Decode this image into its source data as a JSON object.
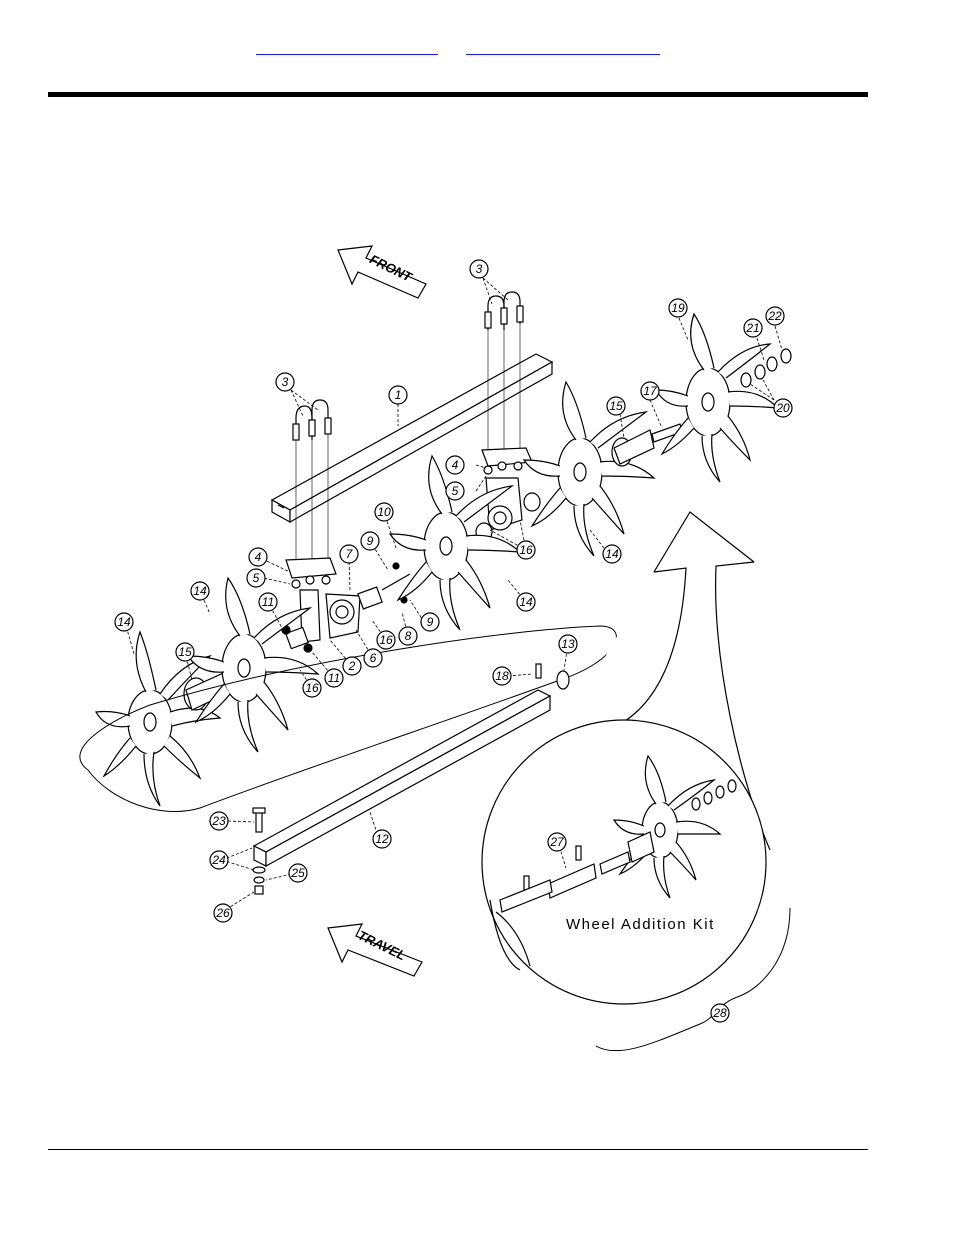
{
  "header": {
    "link_left": "",
    "link_right": ""
  },
  "diagram": {
    "front_label": "FRONT",
    "travel_label": "TRAVEL",
    "kit_label": "Wheel Addition Kit",
    "callouts": [
      {
        "id": "c1",
        "label": "1"
      },
      {
        "id": "c2",
        "label": "2"
      },
      {
        "id": "c3a",
        "label": "3"
      },
      {
        "id": "c3b",
        "label": "3"
      },
      {
        "id": "c4a",
        "label": "4"
      },
      {
        "id": "c4b",
        "label": "4"
      },
      {
        "id": "c5a",
        "label": "5"
      },
      {
        "id": "c5b",
        "label": "5"
      },
      {
        "id": "c6",
        "label": "6"
      },
      {
        "id": "c7",
        "label": "7"
      },
      {
        "id": "c8",
        "label": "8"
      },
      {
        "id": "c9a",
        "label": "9"
      },
      {
        "id": "c9b",
        "label": "9"
      },
      {
        "id": "c10",
        "label": "10"
      },
      {
        "id": "c11a",
        "label": "11"
      },
      {
        "id": "c11b",
        "label": "11"
      },
      {
        "id": "c12",
        "label": "12"
      },
      {
        "id": "c13",
        "label": "13"
      },
      {
        "id": "c14a",
        "label": "14"
      },
      {
        "id": "c14b",
        "label": "14"
      },
      {
        "id": "c14c",
        "label": "14"
      },
      {
        "id": "c14d",
        "label": "14"
      },
      {
        "id": "c15a",
        "label": "15"
      },
      {
        "id": "c15b",
        "label": "15"
      },
      {
        "id": "c16a",
        "label": "16"
      },
      {
        "id": "c16b",
        "label": "16"
      },
      {
        "id": "c16c",
        "label": "16"
      },
      {
        "id": "c17",
        "label": "17"
      },
      {
        "id": "c18",
        "label": "18"
      },
      {
        "id": "c19",
        "label": "19"
      },
      {
        "id": "c20",
        "label": "20"
      },
      {
        "id": "c21",
        "label": "21"
      },
      {
        "id": "c22",
        "label": "22"
      },
      {
        "id": "c23",
        "label": "23"
      },
      {
        "id": "c24",
        "label": "24"
      },
      {
        "id": "c25",
        "label": "25"
      },
      {
        "id": "c26",
        "label": "26"
      },
      {
        "id": "c27",
        "label": "27"
      },
      {
        "id": "c28",
        "label": "28"
      }
    ]
  }
}
